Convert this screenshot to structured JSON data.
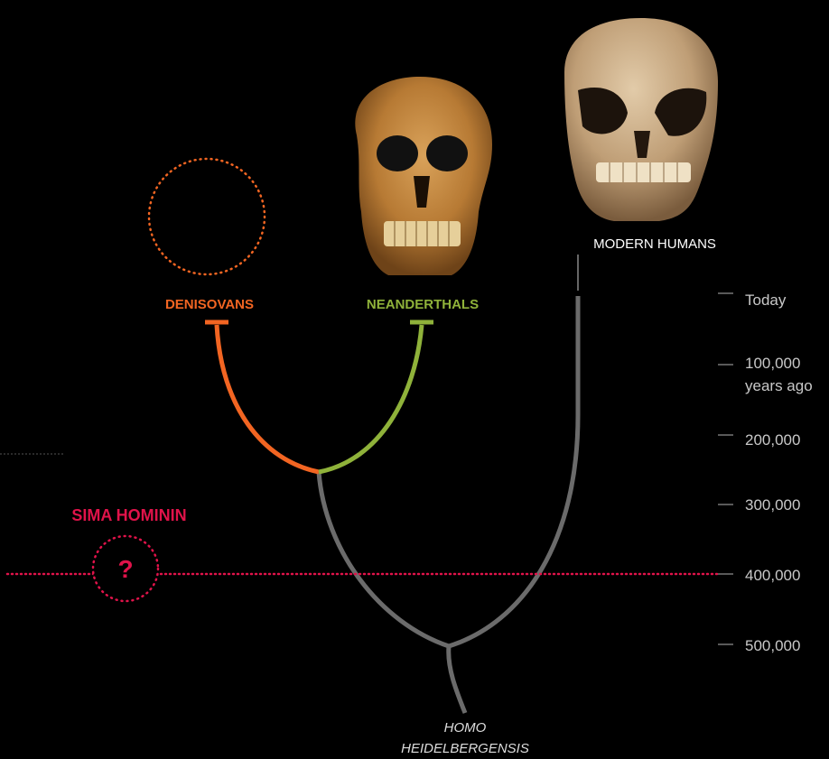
{
  "colors": {
    "background": "#000000",
    "denisovan": "#f26522",
    "neanderthal": "#8fb23a",
    "lineage": "#6b6b6b",
    "modern_label": "#ffffff",
    "sima": "#e0134a",
    "axis_text": "#c8c8c8"
  },
  "labels": {
    "denisovans": "DENISOVANS",
    "neanderthals": "NEANDERTHALS",
    "modern_humans": "MODERN HUMANS",
    "sima_hominin": "SIMA HOMININ",
    "sima_question": "?",
    "homo_line1": "HOMO",
    "homo_line2": "HEIDELBERGENSIS"
  },
  "timeline": [
    {
      "label": "Today",
      "sublabel": ""
    },
    {
      "label": "100,000",
      "sublabel": "years ago"
    },
    {
      "label": "200,000",
      "sublabel": ""
    },
    {
      "label": "300,000",
      "sublabel": ""
    },
    {
      "label": "400,000",
      "sublabel": ""
    },
    {
      "label": "500,000",
      "sublabel": ""
    }
  ],
  "images": {
    "neanderthal_skull": "neanderthal-skull-photo",
    "modern_skull": "modern-human-skull-photo",
    "denisovan_placeholder": "dotted-circle-empty"
  }
}
